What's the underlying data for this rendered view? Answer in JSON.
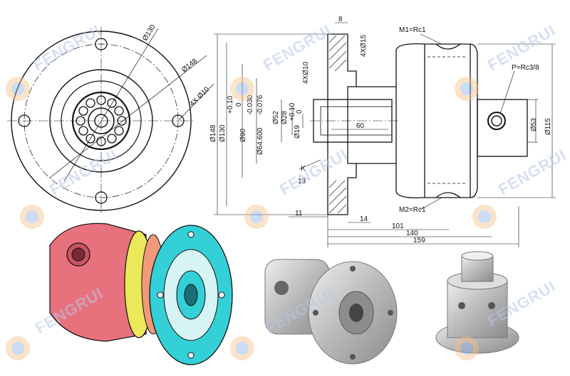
{
  "watermark": {
    "brand": "FENGRUI",
    "color": "#9fb4de"
  },
  "front_view": {
    "labels": {
      "outer_diameter": "Ø130",
      "mid_diameter": "Ø148",
      "holes": "4X Ø10"
    }
  },
  "section_view": {
    "labels": {
      "top_width": "8",
      "holes_15": "4XØ15",
      "holes_10": "4XØ10",
      "tol_plus": "+0.10",
      "tol_zero": "0",
      "tol_minus1": "-0.030",
      "tol_minus2": "-0.076",
      "d52": "Ø52",
      "d28": "Ø28",
      "d19tol": "+0.10",
      "d19tol0": "0",
      "d19": "Ø19",
      "d148": "Ø148",
      "d130": "Ø130",
      "d90": "Ø90",
      "d64": "Ø64.600",
      "bore_len": "60",
      "detail_k": "K",
      "dim13": "13",
      "dim11": "11",
      "dim14": "14",
      "dim101": "101",
      "dim140": "140",
      "dim159": "159",
      "port_m1": "M1=Rc1",
      "port_m2": "M2=Rc1",
      "port_p": "P=Rc3/8",
      "d53": "Ø53",
      "d115": "Ø115"
    }
  },
  "colors": {
    "body_red": "#e8717e",
    "ring_yellow": "#ebe85a",
    "flange_cyan": "#33d0d8",
    "metal": "#c9c9c9"
  }
}
